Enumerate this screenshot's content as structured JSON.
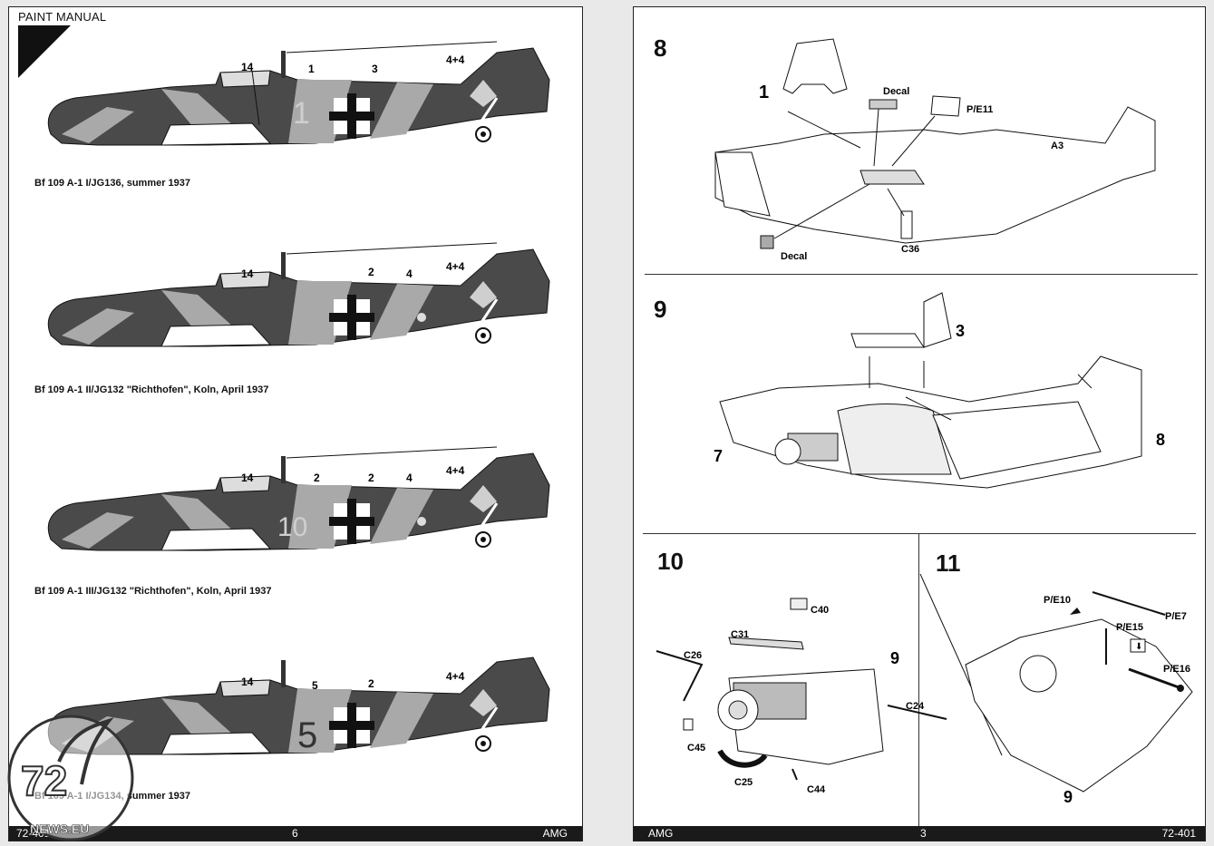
{
  "left_page": {
    "header": "PAINT MANUAL",
    "profiles": [
      {
        "caption": "Bf 109 A-1  I/JG136, summer 1937",
        "fuselage_code": "1",
        "callouts": [
          "14",
          "1",
          "3",
          "4+4"
        ]
      },
      {
        "caption": "Bf 109 A-1  II/JG132 \"Richthofen\", Koln, April 1937",
        "fuselage_code": "",
        "callouts": [
          "14",
          "2",
          "4",
          "4+4"
        ]
      },
      {
        "caption": "Bf 109 A-1  III/JG132 \"Richthofen\", Koln, April 1937",
        "fuselage_code": "10",
        "callouts": [
          "14",
          "2",
          "2",
          "4",
          "4+4"
        ]
      },
      {
        "caption": "Bf 109 A-1 I/JG134, summer 1937",
        "fuselage_code": "5",
        "callouts": [
          "14",
          "5",
          "2",
          "4+4"
        ]
      }
    ],
    "footer": {
      "left": "72-401",
      "center": "6",
      "right": "AMG"
    }
  },
  "right_page": {
    "steps": [
      {
        "number": "8",
        "labels": [
          "1",
          "Decal",
          "P/E11",
          "A3",
          "C36",
          "Decal"
        ]
      },
      {
        "number": "9",
        "labels": [
          "3",
          "7",
          "8"
        ]
      },
      {
        "number": "10",
        "labels": [
          "C40",
          "C31",
          "9",
          "C26",
          "C24",
          "C45",
          "C25",
          "C44"
        ]
      },
      {
        "number": "11",
        "labels": [
          "P/E10",
          "P/E7",
          "P/E15",
          "P/E16",
          "9"
        ]
      }
    ],
    "footer": {
      "left": "AMG",
      "center": "3",
      "right": "72-401"
    }
  },
  "watermark": {
    "text_top": "72",
    "text_bottom": "NEWS.EU"
  },
  "colors": {
    "dark_grey": "#4a4a4a",
    "light_grey": "#a9a9a9",
    "black": "#111111"
  }
}
